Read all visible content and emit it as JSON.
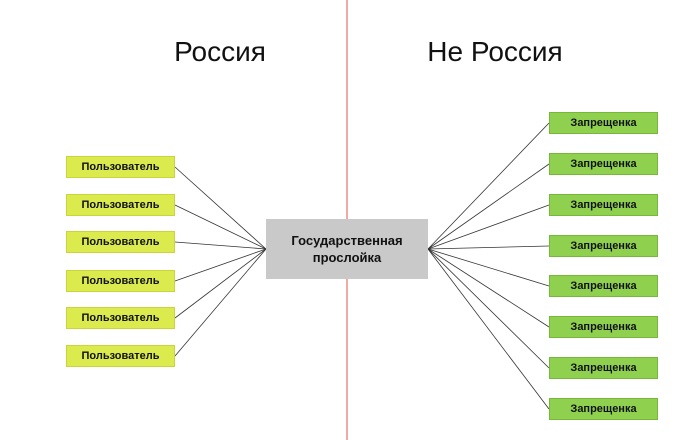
{
  "headings": {
    "left": "Россия",
    "right": "Не Россия"
  },
  "center": {
    "label": "Государственная прослойка"
  },
  "left_nodes": [
    "Пользователь",
    "Пользователь",
    "Пользователь",
    "Пользователь",
    "Пользователь",
    "Пользователь"
  ],
  "right_nodes": [
    "Запрещенка",
    "Запрещенка",
    "Запрещенка",
    "Запрещенка",
    "Запрещенка",
    "Запрещенка",
    "Запрещенка",
    "Запрещенка"
  ],
  "colors": {
    "divider": "#e05a4a",
    "user_fill": "#dbea4d",
    "banned_fill": "#8fd14f",
    "center_fill": "#c9c9c9",
    "connector": "#333333"
  }
}
